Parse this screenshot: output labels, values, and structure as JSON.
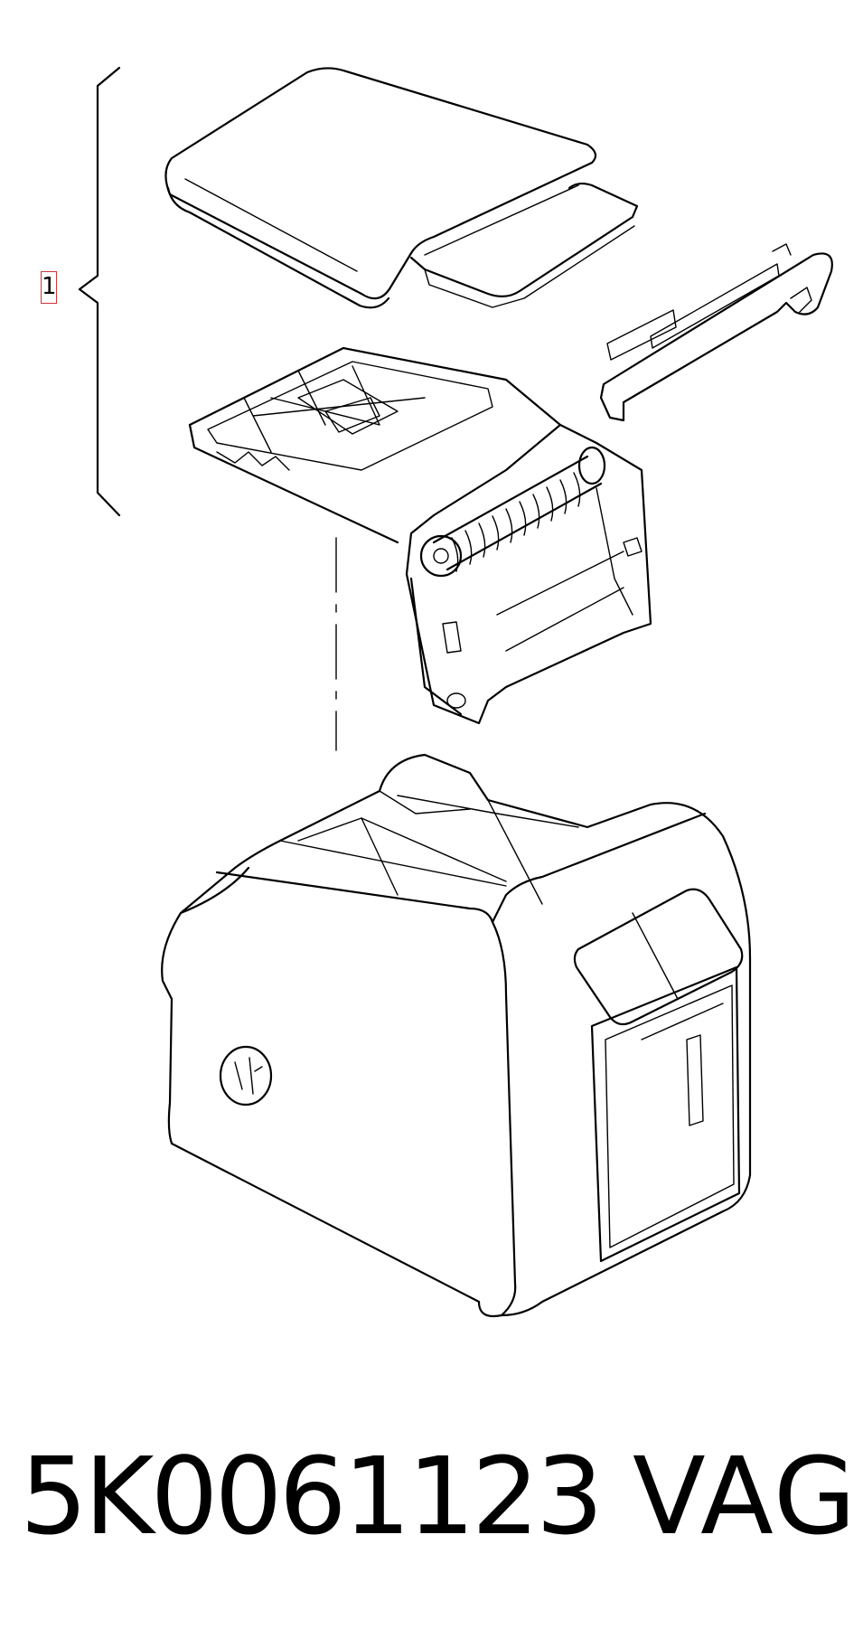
{
  "callout": {
    "label": "1"
  },
  "caption": {
    "part_number": "5K0061123",
    "brand": "VAG"
  },
  "icons": {
    "logo": "vw-logo-icon"
  }
}
